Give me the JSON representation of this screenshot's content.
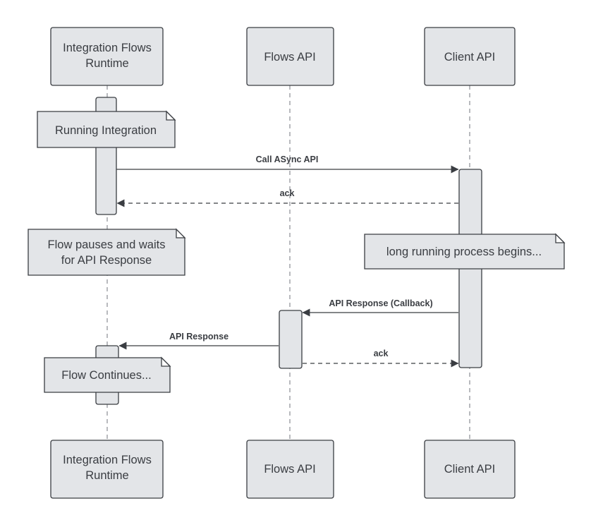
{
  "diagram": {
    "participants": [
      {
        "id": "runtime",
        "label": [
          "Integration Flows",
          "Runtime"
        ]
      },
      {
        "id": "flows",
        "label": [
          "Flows API"
        ]
      },
      {
        "id": "client",
        "label": [
          "Client API"
        ]
      }
    ],
    "notes": {
      "running": "Running Integration",
      "pause_line1": "Flow pauses and waits",
      "pause_line2": "for API Response",
      "long_running": "long running process begins...",
      "continues": "Flow Continues..."
    },
    "messages": {
      "call_async": "Call ASync API",
      "ack_1": "ack",
      "api_response_callback": "API Response (Callback)",
      "api_response": "API Response",
      "ack_2": "ack"
    },
    "colors": {
      "box_fill": "#e3e5e8",
      "stroke": "#3a3d42",
      "lifeline": "#8a8d92"
    }
  }
}
